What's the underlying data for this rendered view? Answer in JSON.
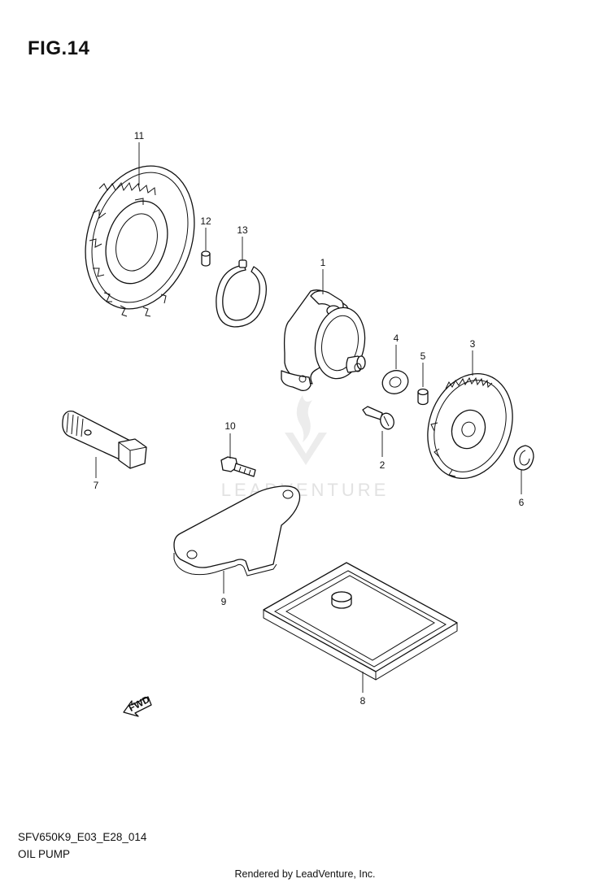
{
  "header": {
    "figure_label": "FIG.14"
  },
  "footer": {
    "model_code": "SFV650K9_E03_E28_014",
    "section_name": "OIL PUMP",
    "render_credit": "Rendered by LeadVenture, Inc."
  },
  "watermark": {
    "text": "LEADVENTURE"
  },
  "direction_arrow": {
    "label": "FWD"
  },
  "callouts": {
    "p1": "1",
    "p2": "2",
    "p3": "3",
    "p4": "4",
    "p5": "5",
    "p6": "6",
    "p7": "7",
    "p8": "8",
    "p9": "9",
    "p10": "10",
    "p11": "11",
    "p12": "12",
    "p13": "13"
  }
}
